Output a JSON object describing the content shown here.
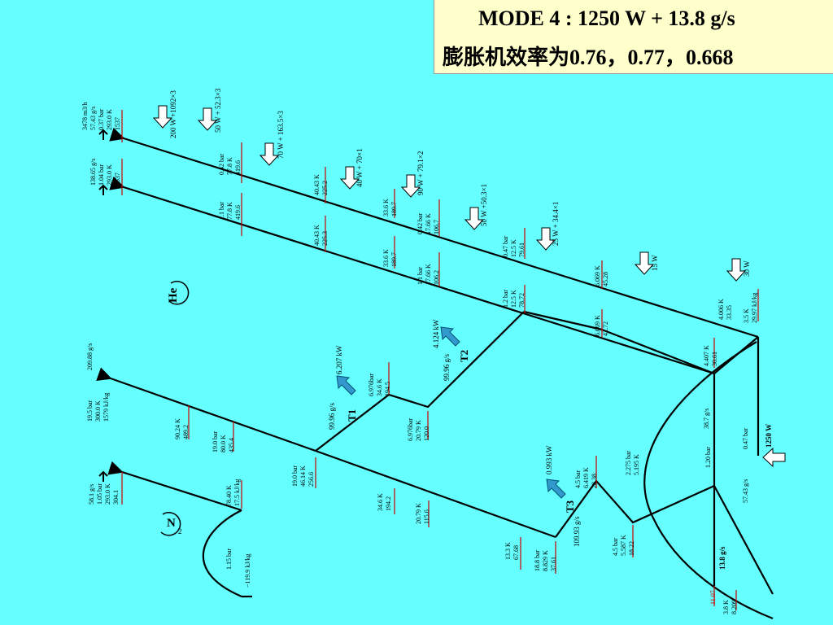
{
  "title": {
    "line1": "MODE 4 : 1250 W + 13.8 g/s",
    "line2": "膨胀机效率为0.76，0.77，0.668"
  },
  "fluids": {
    "helium": "He",
    "nitrogen": "N",
    "nitrogen_sub": "2"
  },
  "turbines": {
    "t1": {
      "label": "T1",
      "power": "6.207 kW",
      "flow": "99.96 g/s"
    },
    "t2": {
      "label": "T2",
      "power": "4.124 kW",
      "flow": "99.96 g/s"
    },
    "t3": {
      "label": "T3",
      "power": "0.993 kW",
      "flow": "109.93 g/s"
    }
  },
  "heat_loads": [
    "200 W +1092×3",
    "50 W + 52.3×3",
    "70 W + 163.5×3",
    "40 W + 70×1",
    "90 W + 79.1×2",
    "50 W +50.3×1",
    "25 W + 34.4×1",
    "15 W",
    "30 W"
  ],
  "load_label": "1250 W",
  "liquid_flow": "13.8 g/s",
  "states": {
    "top_outlet": [
      "3478 m3/h",
      "57.43 g/s",
      "0.37 bar",
      "293.0 K",
      "1537"
    ],
    "mid_outlet": [
      "138.65 g/s",
      "1.04 bar",
      "293.0 K",
      "1537"
    ],
    "lp1": [
      "0.42 bar",
      "77.8 K",
      "419.6"
    ],
    "lp1b": [
      "1.1 bar",
      "77.8 K",
      "419.6"
    ],
    "lp2": [
      "40.43 K",
      "225.2"
    ],
    "lp2b": [
      "40.43 K",
      "225.3"
    ],
    "lp3": [
      "33.6 K",
      "189.7"
    ],
    "lp3b": [
      "33.6 K",
      "189.7"
    ],
    "lp4": [
      "0.42 bar",
      "17.66 K",
      "106.7"
    ],
    "lp4b": [
      "1.1 bar",
      "17.66 K",
      "106.2"
    ],
    "lp5": [
      "0.47 bar",
      "12.5 K",
      "79.61"
    ],
    "lp5b": [
      "1.2 bar",
      "12.5 K",
      "78.72"
    ],
    "lp6": [
      "6.069 K",
      "45.28"
    ],
    "lp6b": [
      "6.069 K",
      "42.72"
    ],
    "lp7": [
      "4.006 K",
      "33.35"
    ],
    "lp7b": [
      "3.5 K",
      "29.97 kJ/kg"
    ],
    "lp8": [
      "4.407 K",
      "30.61"
    ],
    "hp_in": [
      "209.88 g/s",
      "19.5 bar",
      "300.0 K",
      "1579 kJ/kg"
    ],
    "hp1": [
      "90.24 K",
      "489.2"
    ],
    "hp2": [
      "19.0 bar",
      "80.0 K",
      "435.4"
    ],
    "hp3": [
      "19.0 bar",
      "46.14 K",
      "256.6"
    ],
    "t1_out": [
      "6.976bar",
      "34.6 K",
      "194.5"
    ],
    "t2_in": [
      "6.976bar",
      "20.79 K",
      "120.0"
    ],
    "hp4": [
      "34.6 K",
      "194.2"
    ],
    "hp5": [
      "20.79 K",
      "115.6"
    ],
    "hp6": [
      "13.3 K",
      "67.68"
    ],
    "hp7": [
      "18.8 bar",
      "8.829 K",
      "37.61"
    ],
    "t3_out": [
      "4.5 bar",
      "6.419 K",
      "28.38"
    ],
    "hp8": [
      "2.275 bar",
      "5.195 K"
    ],
    "hp9": [
      "4.5 bar",
      "5.587 K",
      "18.22"
    ],
    "jt": [
      "1.20 bar"
    ],
    "mid_flow": [
      "38.7 g/s"
    ],
    "low_p": [
      "0.47 bar"
    ],
    "low_flow": [
      "57.43 g/s"
    ],
    "bottom": [
      "11.07"
    ],
    "bottom2": [
      "3.8 K",
      "8.209"
    ],
    "n2_out": [
      "58.1 g/s",
      "1.05 bar",
      "293.0 K",
      "304.1"
    ],
    "n2_mid": [
      "78.40 K",
      "17.5 kJ/kg"
    ],
    "n2_in": [
      "1.15 bar",
      "−119.9 kJ/kg"
    ]
  }
}
